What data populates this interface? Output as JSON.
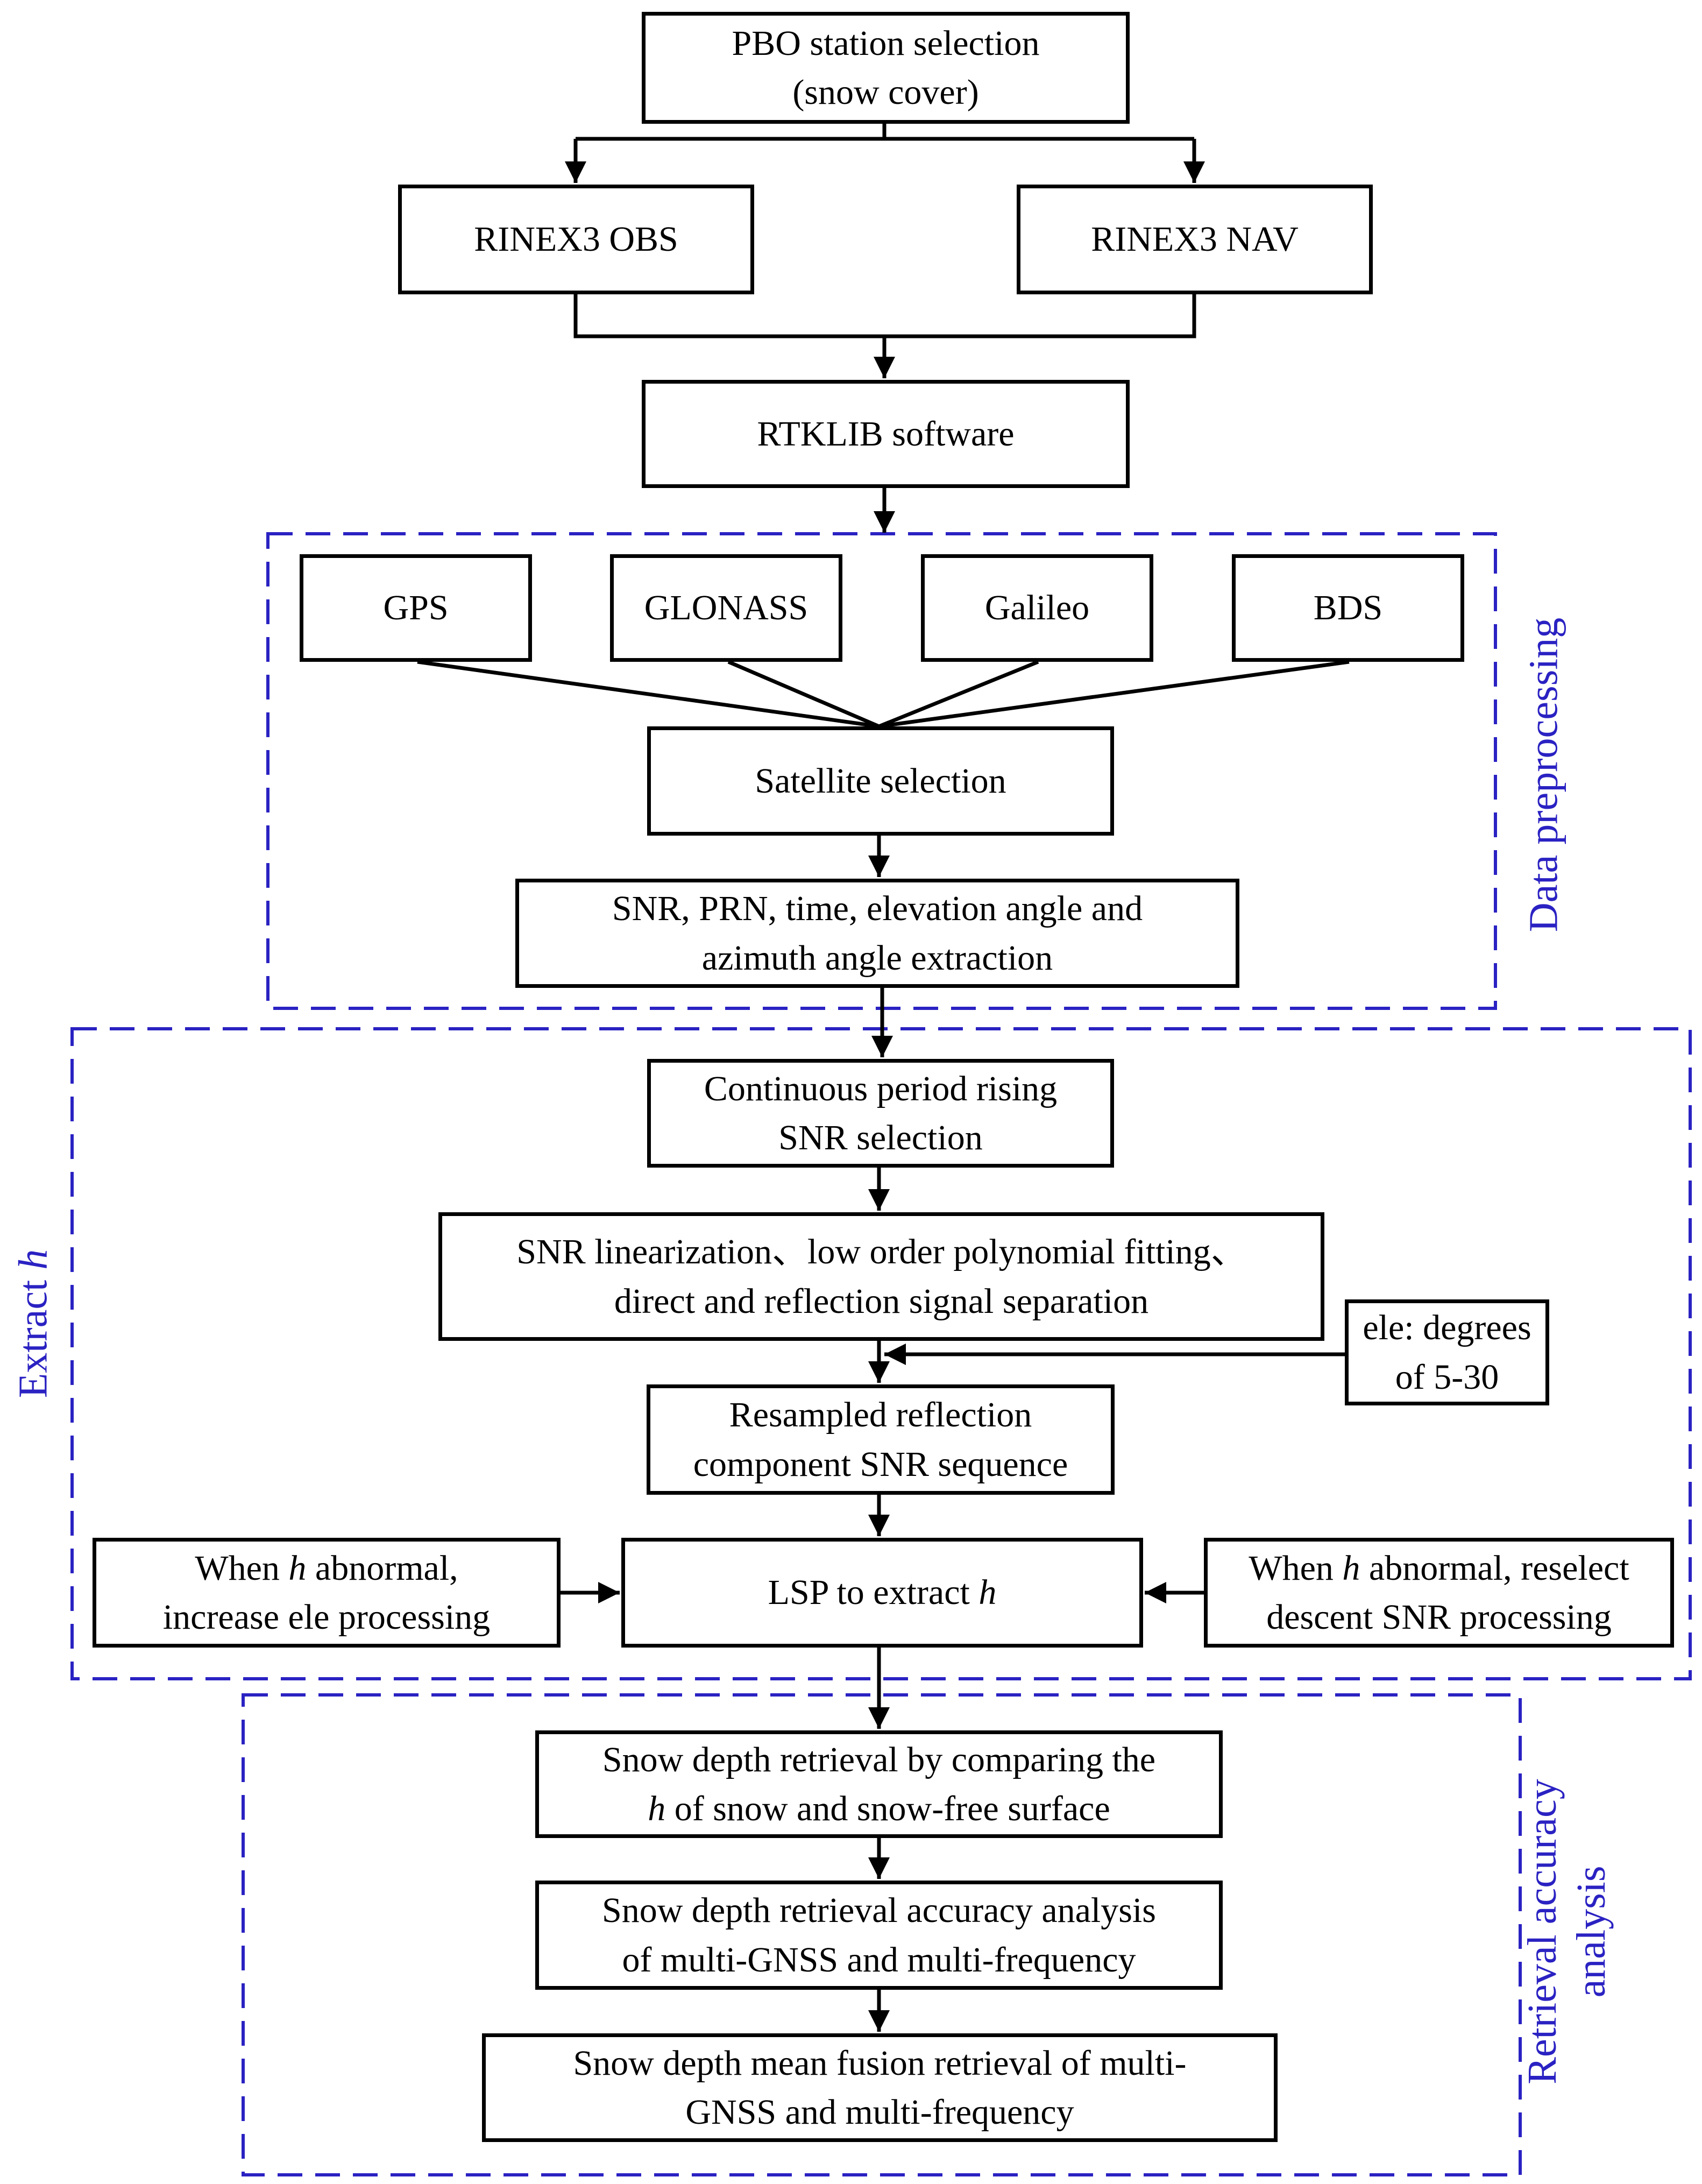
{
  "colors": {
    "box_border": "#000000",
    "connector": "#000000",
    "group_border": "#2a22c2",
    "group_label": "#2a22c2"
  },
  "boxes": {
    "pbo": {
      "line1": "PBO station selection",
      "line2": "(snow cover)"
    },
    "obs": {
      "line1": "RINEX3 OBS"
    },
    "nav": {
      "line1": "RINEX3 NAV"
    },
    "rtklib": {
      "line1": "RTKLIB software"
    },
    "gps": {
      "line1": "GPS"
    },
    "glonass": {
      "line1": "GLONASS"
    },
    "galileo": {
      "line1": "Galileo"
    },
    "bds": {
      "line1": "BDS"
    },
    "satsel": {
      "line1": "Satellite selection"
    },
    "extraction": {
      "line1": "SNR, PRN, time, elevation angle and",
      "line2": "azimuth angle extraction"
    },
    "rising": {
      "line1": "Continuous period rising",
      "line2": "SNR selection"
    },
    "linearization": {
      "line1": "SNR linearization、low order polynomial fitting、",
      "line2": "direct and reflection signal separation"
    },
    "ele": {
      "line1": "ele: degrees",
      "line2": "of 5-30"
    },
    "resampled": {
      "line1": "Resampled reflection",
      "line2": "component SNR sequence"
    },
    "left_abnormal": {
      "line1_pre": "When ",
      "line1_var": "h",
      "line1_post": " abnormal,",
      "line2": "increase ele processing"
    },
    "lsp": {
      "pre": "LSP  to extract ",
      "var": "h"
    },
    "right_abnormal": {
      "line1_pre": "When ",
      "line1_var": "h",
      "line1_post": " abnormal, reselect",
      "line2": "descent SNR processing"
    },
    "depth_compare": {
      "line1": "Snow depth retrieval by comparing the",
      "line2_var": "h",
      "line2_post": " of snow and snow-free surface"
    },
    "accuracy": {
      "line1": "Snow depth retrieval accuracy analysis",
      "line2": "of multi-GNSS and multi-frequency"
    },
    "fusion": {
      "line1": "Snow depth mean fusion retrieval of multi-",
      "line2": "GNSS and multi-frequency"
    }
  },
  "groups": {
    "preprocessing": {
      "label": "Data preprocessing"
    },
    "extract": {
      "label_pre": "Extract ",
      "label_var": "h"
    },
    "retrieval": {
      "line1": "Retrieval accuracy",
      "line2": "analysis"
    }
  }
}
